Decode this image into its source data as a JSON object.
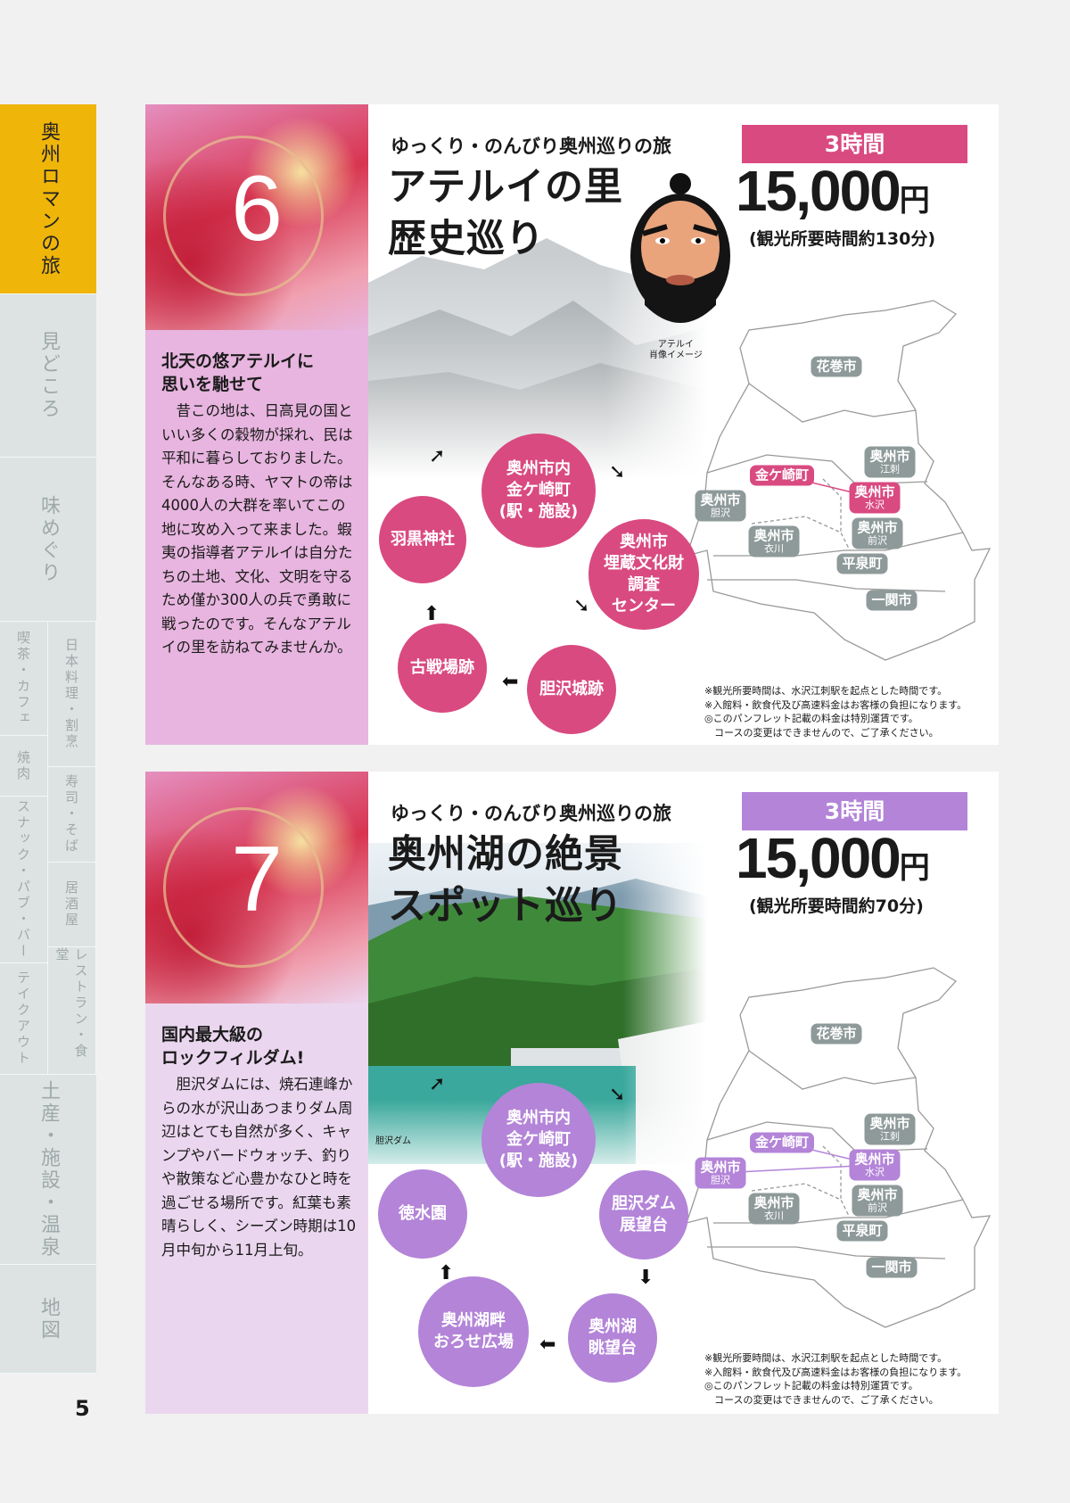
{
  "sidebar": {
    "items": [
      "奥州ロマンの旅",
      "見どころ",
      "味めぐり",
      "喫茶・カフェ",
      "焼肉",
      "スナック・パブ・バー",
      "テイクアウト",
      "日本料理・割烹",
      "寿司・そば",
      "居酒屋",
      "レストラン・食堂",
      "土産・施設・温泉",
      "地図"
    ]
  },
  "page_number": "5",
  "cards": [
    {
      "number": "6",
      "accent": "#d94a80",
      "panel_color": "#e7b5df",
      "subtitle": "ゆっくり・のんびり奥州巡りの旅",
      "title": "アテルイの里\n歴史巡り",
      "duration_badge": "3時間",
      "price": "15,000",
      "price_unit": "円",
      "time_note": "(観光所要時間約130分)",
      "heading": "北天の悠アテルイに\n思いを馳せて",
      "body": "昔この地は、日高見の国といい多くの穀物が採れ、民は平和に暮らしておりました。そんなある時、ヤマトの帝は4000人の大群を率いてこの地に攻め入って来ました。蝦夷の指導者アテルイは自分たちの土地、文化、文明を守るため僅か300人の兵で勇敢に戦ったのです。そんなアテルイの里を訪ねてみませんか。",
      "image_caption": "アテルイ\n肖像イメージ",
      "route": [
        "奥州市内\n金ケ崎町\n(駅・施設)",
        "奥州市\n埋蔵文化財\n調査\nセンター",
        "胆沢城跡",
        "古戦場跡",
        "羽黒神社"
      ],
      "map_highlight": [
        "kanegasaki",
        "mizusawa"
      ]
    },
    {
      "number": "7",
      "accent": "#b384d8",
      "panel_color": "#ebd6ef",
      "subtitle": "ゆっくり・のんびり奥州巡りの旅",
      "title": "奥州湖の絶景\nスポット巡り",
      "duration_badge": "3時間",
      "price": "15,000",
      "price_unit": "円",
      "time_note": "(観光所要時間約70分)",
      "heading": "国内最大級の\nロックフィルダム!",
      "body": "胆沢ダムには、焼石連峰からの水が沢山あつまりダム周辺はとても自然が多く、キャンプやバードウォッチ、釣りや散策など心豊かなひと時を過ごせる場所です。紅葉も素晴らしく、シーズン時期は10月中旬から11月上旬。",
      "image_caption": "胆沢ダム",
      "route": [
        "奥州市内\n金ケ崎町\n(駅・施設)",
        "胆沢ダム\n展望台",
        "奥州湖\n眺望台",
        "奥州湖畔\nおろせ広場",
        "徳水園"
      ],
      "map_highlight": [
        "kanegasaki",
        "isawa",
        "mizusawa"
      ]
    }
  ],
  "map_labels": {
    "hanamaki": {
      "name": "花巻市",
      "sub": ""
    },
    "esashi": {
      "name": "奥州市",
      "sub": "江刺"
    },
    "kanegasaki": {
      "name": "金ケ崎町",
      "sub": ""
    },
    "mizusawa": {
      "name": "奥州市",
      "sub": "水沢"
    },
    "isawa": {
      "name": "奥州市",
      "sub": "胆沢"
    },
    "koromogawa": {
      "name": "奥州市",
      "sub": "衣川"
    },
    "maesawa": {
      "name": "奥州市",
      "sub": "前沢"
    },
    "hiraizumi": {
      "name": "平泉町",
      "sub": ""
    },
    "ichinoseki": {
      "name": "一関市",
      "sub": ""
    }
  },
  "notes": "※観光所要時間は、水沢江刺駅を起点とした時間です。\n※入館料・飲食代及び高速料金はお客様の負担になります。\n◎このパンフレット記載の料金は特別運賃です。\n　コースの変更はできませんので、ご了承ください。"
}
